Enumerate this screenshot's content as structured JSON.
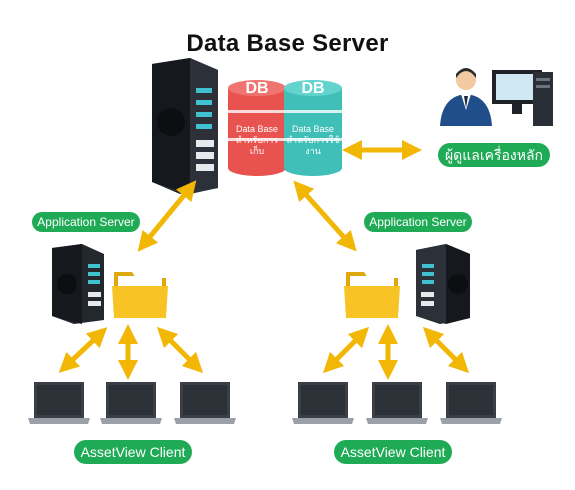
{
  "title": "Data Base Server",
  "databases": [
    {
      "badge": "DB",
      "caption_line1": "Data Base",
      "caption_line2": "สำหรับการเก็บ",
      "color": "#e9534f"
    },
    {
      "badge": "DB",
      "caption_line1": "Data Base",
      "caption_line2": "สำหรับการใช้งาน",
      "color": "#3fbfb8"
    }
  ],
  "admin_label": "ผู้ดูแลเครื่องหลัก",
  "app_servers": [
    {
      "label": "Application Server"
    },
    {
      "label": "Application Server"
    }
  ],
  "clients": [
    {
      "label": "AssetView Client"
    },
    {
      "label": "AssetView Client"
    }
  ],
  "colors": {
    "accent_green": "#1faa55",
    "arrow": "#f2b705",
    "server_dark": "#1e2228",
    "folder": "#f7c325"
  }
}
